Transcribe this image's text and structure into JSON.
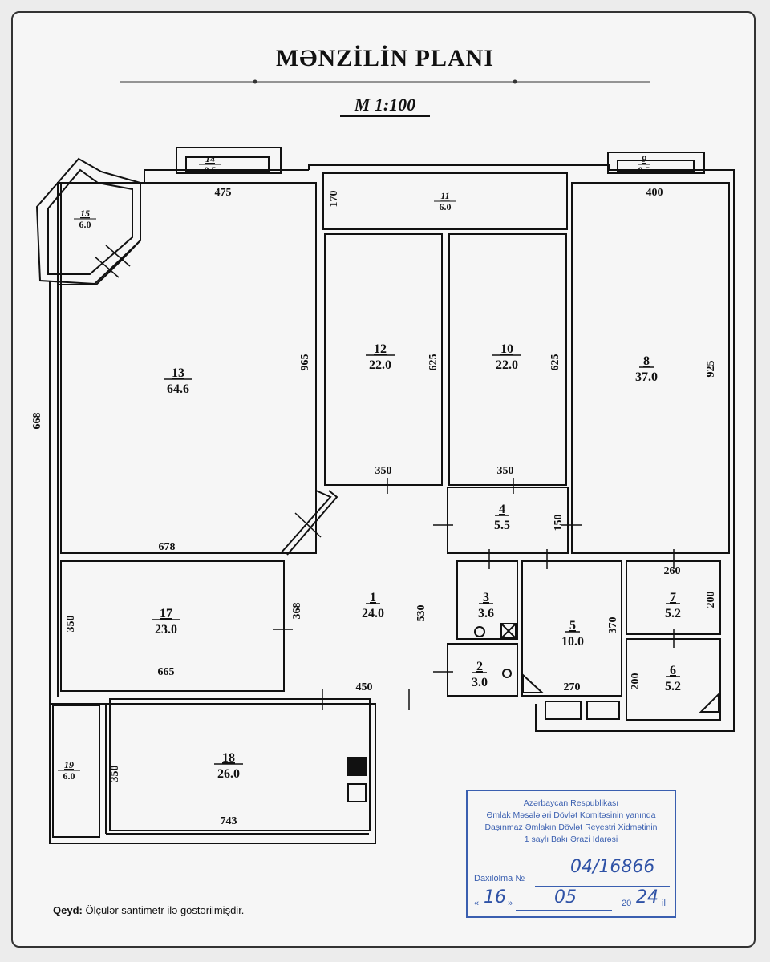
{
  "title": "MƏNZİLİN PLANI",
  "scale": "M 1:100",
  "rooms": [
    {
      "id": "13",
      "area": "64.6"
    },
    {
      "id": "12",
      "area": "22.0"
    },
    {
      "id": "10",
      "area": "22.0"
    },
    {
      "id": "8",
      "area": "37.0"
    },
    {
      "id": "4",
      "area": "5.5"
    },
    {
      "id": "1",
      "area": "24.0"
    },
    {
      "id": "17",
      "area": "23.0"
    },
    {
      "id": "3",
      "area": "3.6"
    },
    {
      "id": "2",
      "area": "3.0"
    },
    {
      "id": "5",
      "area": "10.0"
    },
    {
      "id": "7",
      "area": "5.2"
    },
    {
      "id": "6",
      "area": "5.2"
    },
    {
      "id": "18",
      "area": "26.0"
    },
    {
      "id": "11",
      "area": "6.0"
    },
    {
      "id": "15",
      "area": "6.0"
    },
    {
      "id": "14",
      "area": "0.5"
    },
    {
      "id": "9",
      "area": "0.5"
    },
    {
      "id": "19",
      "area": "6.0"
    }
  ],
  "dimensions": [
    "475",
    "668",
    "965",
    "678",
    "350",
    "625",
    "625",
    "350",
    "400",
    "925",
    "170",
    "150",
    "368",
    "530",
    "450",
    "350",
    "665",
    "260",
    "200",
    "370",
    "270",
    "200",
    "350",
    "743"
  ],
  "note_label": "Qeyd:",
  "note_text": "Ölçülər santimetr ilə göstərilmişdir.",
  "stamp": {
    "line1": "Azərbaycan Respublikası",
    "line2": "Əmlak Məsələləri Dövlət Komitəsinin yanında",
    "line3": "Daşınmaz Əmlakın Dövlət Reyestri Xidmətinin",
    "line4": "1 saylı Bakı Ərazi İdarəsi",
    "reg_label": "Daxilolma №",
    "reg_number": "04/16866",
    "date_open": "«",
    "day": "16",
    "date_close": "»",
    "month": "05",
    "year_prefix": "20",
    "year_suffix": "24",
    "year_word": "il"
  }
}
